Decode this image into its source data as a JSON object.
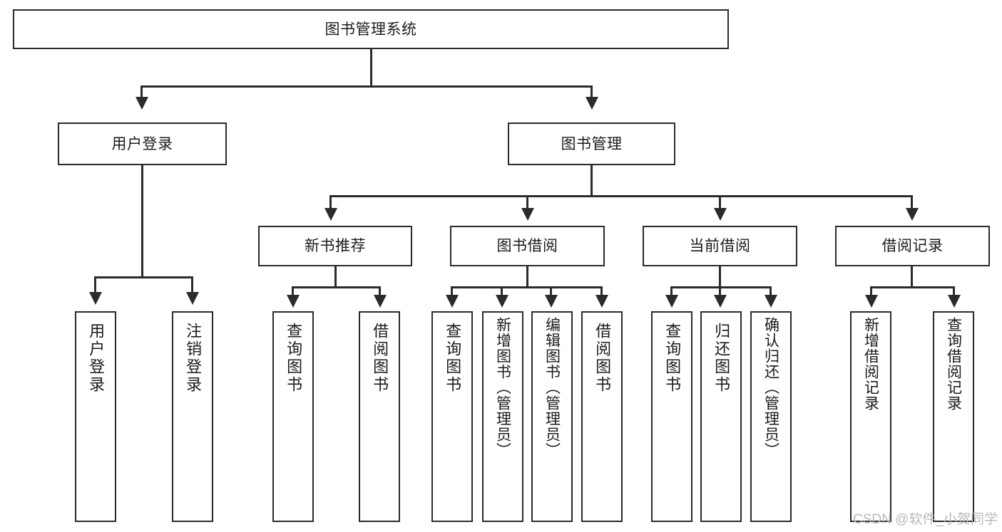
{
  "diagram": {
    "type": "tree",
    "title": "图书管理系统",
    "orientation": "top-down",
    "colors": {
      "box_border": "#2b2b2b",
      "box_fill": "#ffffff",
      "connector": "#2b2b2b",
      "background": "#ffffff",
      "watermark": "#b9b9b9"
    },
    "nodes": {
      "root": {
        "label": "图书管理系统"
      },
      "level2": [
        {
          "id": "user_login",
          "label": "用户登录"
        },
        {
          "id": "book_manage",
          "label": "图书管理"
        }
      ],
      "level3": [
        {
          "id": "new_book_rec",
          "label": "新书推荐"
        },
        {
          "id": "book_borrow",
          "label": "图书借阅"
        },
        {
          "id": "current_borrow",
          "label": "当前借阅"
        },
        {
          "id": "borrow_record",
          "label": "借阅记录"
        }
      ],
      "leaves": {
        "user_login": [
          {
            "id": "leaf_login",
            "label": "用户登录"
          },
          {
            "id": "leaf_logout",
            "label": "注销登录"
          }
        ],
        "new_book_rec": [
          {
            "id": "leaf_query_book_1",
            "label": "查询图书"
          },
          {
            "id": "leaf_borrow_book_1",
            "label": "借阅图书"
          }
        ],
        "book_borrow": [
          {
            "id": "leaf_query_book_2",
            "label": "查询图书"
          },
          {
            "id": "leaf_add_book",
            "label": "新增图书（管理员）"
          },
          {
            "id": "leaf_edit_book",
            "label": "编辑图书（管理员）"
          },
          {
            "id": "leaf_borrow_book_2",
            "label": "借阅图书"
          }
        ],
        "current_borrow": [
          {
            "id": "leaf_query_book_3",
            "label": "查询图书"
          },
          {
            "id": "leaf_return_book",
            "label": "归还图书"
          },
          {
            "id": "leaf_confirm_return",
            "label": "确认归还（管理员）"
          }
        ],
        "borrow_record": [
          {
            "id": "leaf_add_record",
            "label": "新增借阅记录"
          },
          {
            "id": "leaf_query_record",
            "label": "查询借阅记录"
          }
        ]
      }
    },
    "watermark": "CSDN @软件_小贺同学"
  }
}
